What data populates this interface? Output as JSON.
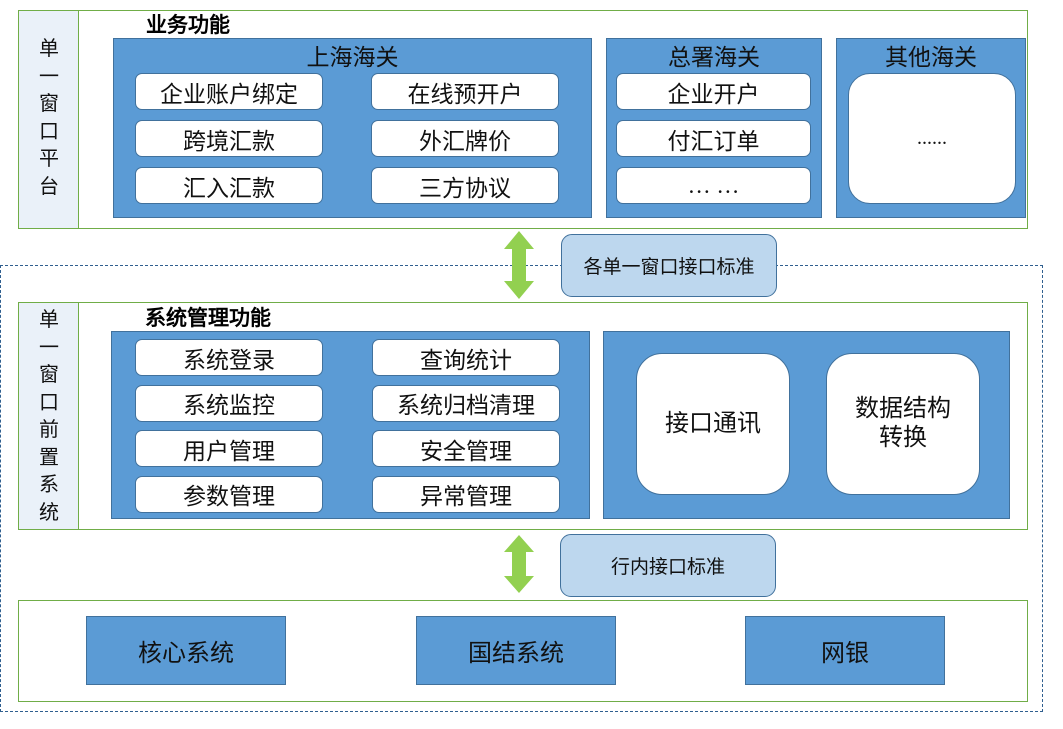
{
  "colors": {
    "box_fill": "#5b9bd5",
    "box_border": "#41719c",
    "frame_border": "#70ad47",
    "arrow": "#92d050",
    "standard_label_fill": "#bdd7ee",
    "side_panel_fill": "#eaf1f9",
    "dashed_boundary": "#2f5f8f"
  },
  "platform": {
    "side_label": "单一窗口平台",
    "section_title": "业务功能",
    "shanghai": {
      "title": "上海海关",
      "items": [
        "企业账户绑定",
        "在线预开户",
        "跨境汇款",
        "外汇牌价",
        "汇入汇款",
        "三方协议"
      ]
    },
    "general_admin": {
      "title": "总署海关",
      "items": [
        "企业开户",
        "付汇订单",
        "… …"
      ]
    },
    "others": {
      "title": "其他海关",
      "content": "......"
    }
  },
  "connector_upper": {
    "icon": "double-arrow-icon",
    "label": "各单一窗口接口标准"
  },
  "front_system": {
    "side_label": "单一窗口前置系统",
    "section_title": "系统管理功能",
    "functions": [
      "系统登录",
      "查询统计",
      "系统监控",
      "系统归档清理",
      "用户管理",
      "安全管理",
      "参数管理",
      "异常管理"
    ],
    "modules": [
      {
        "lines": [
          "接口通讯"
        ]
      },
      {
        "lines": [
          "数据结构",
          "转换"
        ]
      }
    ]
  },
  "connector_lower": {
    "icon": "double-arrow-icon",
    "label": "行内接口标准"
  },
  "bank_systems": [
    "核心系统",
    "国结系统",
    "网银"
  ]
}
